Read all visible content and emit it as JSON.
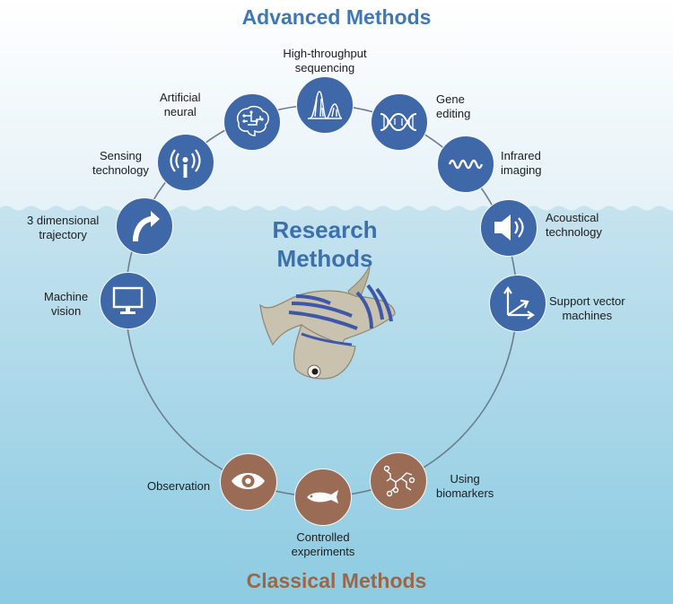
{
  "titles": {
    "advanced": "Advanced Methods",
    "center_line1": "Research",
    "center_line2": "Methods",
    "classical": "Classical Methods"
  },
  "colors": {
    "advanced_node": "#3e68a8",
    "classical_node": "#9b6c55",
    "advanced_title": "#3f78b5",
    "classical_title": "#9a6848",
    "water_top": "#c6e3ef",
    "water_bottom": "#8ccbe2"
  },
  "advanced_methods": [
    {
      "icon": "bell-curve-peaks-icon",
      "lines": [
        "High-throughput",
        "sequencing"
      ]
    },
    {
      "icon": "dna-helix-icon",
      "lines": [
        "Gene",
        "editing"
      ]
    },
    {
      "icon": "wave-signal-icon",
      "lines": [
        "Infrared",
        "imaging"
      ]
    },
    {
      "icon": "speaker-icon",
      "lines": [
        "Acoustical",
        "technology"
      ]
    },
    {
      "icon": "vector-axes-icon",
      "lines": [
        "Support vector",
        "machines"
      ]
    },
    {
      "icon": "brain-circuit-icon",
      "lines": [
        "Artificial",
        "neural"
      ]
    },
    {
      "icon": "antenna-signal-icon",
      "lines": [
        "Sensing",
        "technology"
      ]
    },
    {
      "icon": "curved-arrow-icon",
      "lines": [
        "3 dimensional",
        "trajectory"
      ]
    },
    {
      "icon": "monitor-icon",
      "lines": [
        "Machine",
        "vision"
      ]
    }
  ],
  "classical_methods": [
    {
      "icon": "eye-icon",
      "lines": [
        "Observation"
      ]
    },
    {
      "icon": "fish-icon",
      "lines": [
        "Controlled",
        "experiments"
      ]
    },
    {
      "icon": "molecule-icon",
      "lines": [
        "Using",
        "biomarkers"
      ]
    }
  ]
}
